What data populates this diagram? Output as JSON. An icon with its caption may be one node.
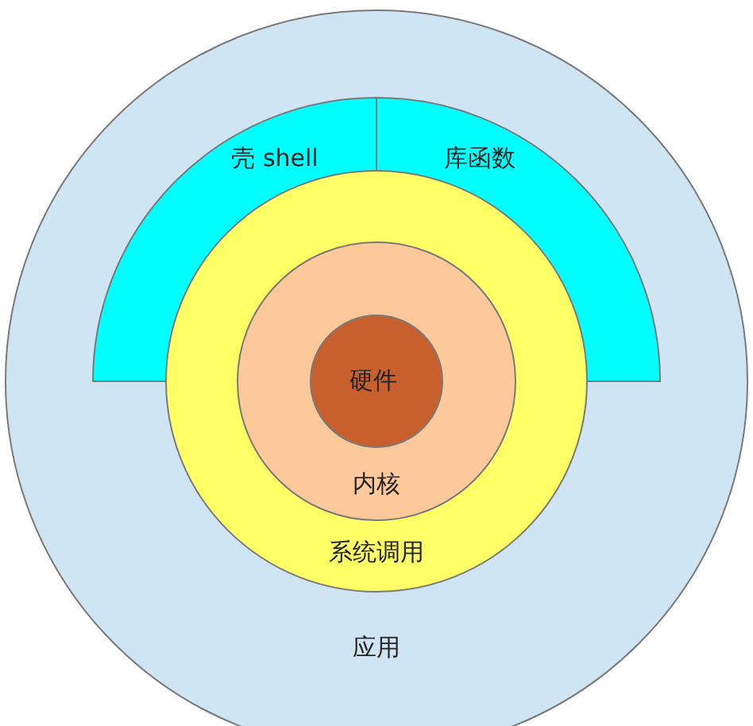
{
  "diagram": {
    "nodes": [
      {
        "text": [
          "应用"
        ]
      },
      {
        "text": [
          "壳 shell"
        ],
        "in": 0
      },
      {
        "text": [
          "库函数"
        ],
        "in": 0
      },
      {
        "text": [
          "系统调用"
        ],
        "in": 0
      },
      {
        "text": [
          "内核"
        ],
        "in": 3
      },
      {
        "text": [
          "硬件"
        ],
        "in": 4
      }
    ]
  }
}
